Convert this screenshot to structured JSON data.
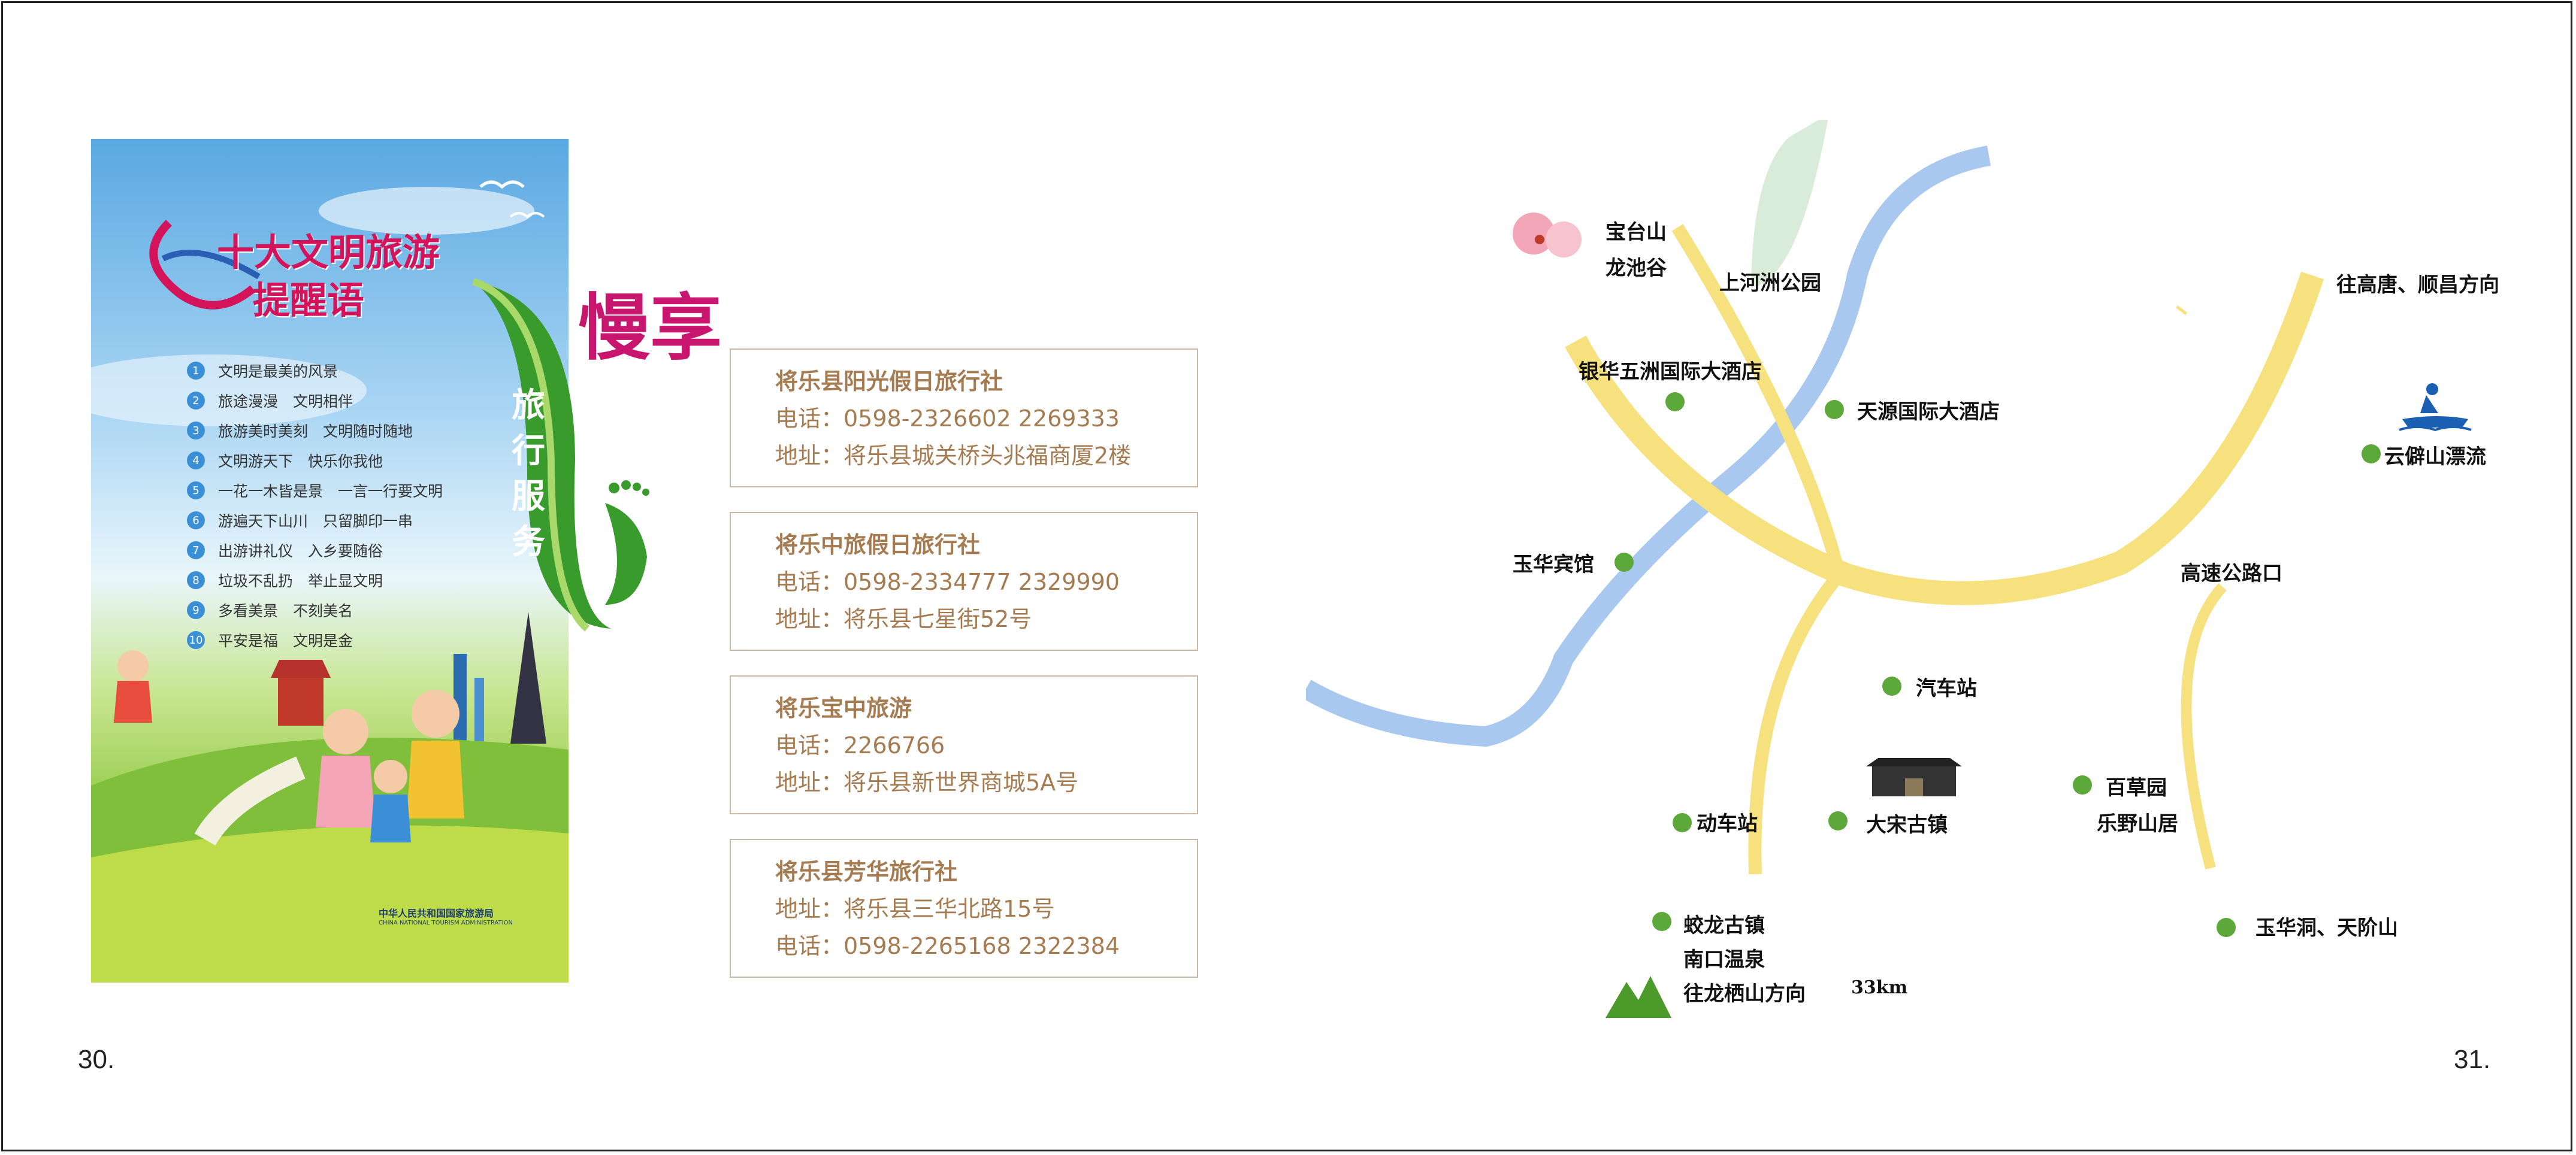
{
  "pages": {
    "left": "30.",
    "right": "31."
  },
  "poster": {
    "title_line1": "十大文明旅游",
    "title_line2": "提醒语",
    "tips": [
      {
        "n": "1",
        "text": "文明是最美的风景"
      },
      {
        "n": "2",
        "text": "旅途漫漫　文明相伴"
      },
      {
        "n": "3",
        "text": "旅游美时美刻　文明随时随地"
      },
      {
        "n": "4",
        "text": "文明游天下　快乐你我他"
      },
      {
        "n": "5",
        "text": "一花一木皆是景　一言一行要文明"
      },
      {
        "n": "6",
        "text": "游遍天下山川　只留脚印一串"
      },
      {
        "n": "7",
        "text": "出游讲礼仪　入乡要随俗"
      },
      {
        "n": "8",
        "text": "垃圾不乱扔　举止显文明"
      },
      {
        "n": "9",
        "text": "多看美景　不刻美名"
      },
      {
        "n": "10",
        "text": "平安是福　文明是金"
      }
    ],
    "admin_cn": "中华人民共和国国家旅游局",
    "admin_en": "CHINA NATIONAL TOURISM ADMINISTRATION"
  },
  "banner": {
    "big": "慢享",
    "sub": "旅行服务"
  },
  "agencies": [
    {
      "name": "将乐县阳光假日旅行社",
      "line1": "电话：0598-2326602  2269333",
      "line2": "地址：将乐县城关桥头兆福商厦2楼"
    },
    {
      "name": "将乐中旅假日旅行社",
      "line1": "电话：0598-2334777 2329990",
      "line2": "地址：将乐县七星街52号"
    },
    {
      "name": "将乐宝中旅游",
      "line1": "电话：2266766",
      "line2": "地址：将乐县新世界商城5A号"
    },
    {
      "name": "将乐县芳华旅行社",
      "line1": "地址：将乐县三华北路15号",
      "line2": "电话：0598-2265168  2322384"
    }
  ],
  "map": {
    "baotaishan": "宝台山",
    "longchigu": "龙池谷",
    "shanghezhou": "上河洲公园",
    "yinhua": "银华五洲国际大酒店",
    "tianyuan": "天源国际大酒店",
    "yuhua_hotel": "玉华宾馆",
    "gaotang": "往高唐、顺昌方向",
    "yunqi": "云僻山漂流",
    "highway": "高速公路口",
    "bus": "汽车站",
    "train": "动车站",
    "dasong": "大宋古镇",
    "baicao1": "百草园",
    "baicao2": "乐野山居",
    "yuhuadong": "玉华洞、天阶山",
    "jiaolong1": "蛟龙古镇",
    "jiaolong2": "南口温泉",
    "longqi": "往龙栖山方向",
    "distance": "33km"
  },
  "colors": {
    "road": "#f7e17f",
    "river": "#a8c8f0",
    "dot": "#5da83a",
    "magenta": "#c8156e",
    "agency_text": "#a57c52"
  }
}
